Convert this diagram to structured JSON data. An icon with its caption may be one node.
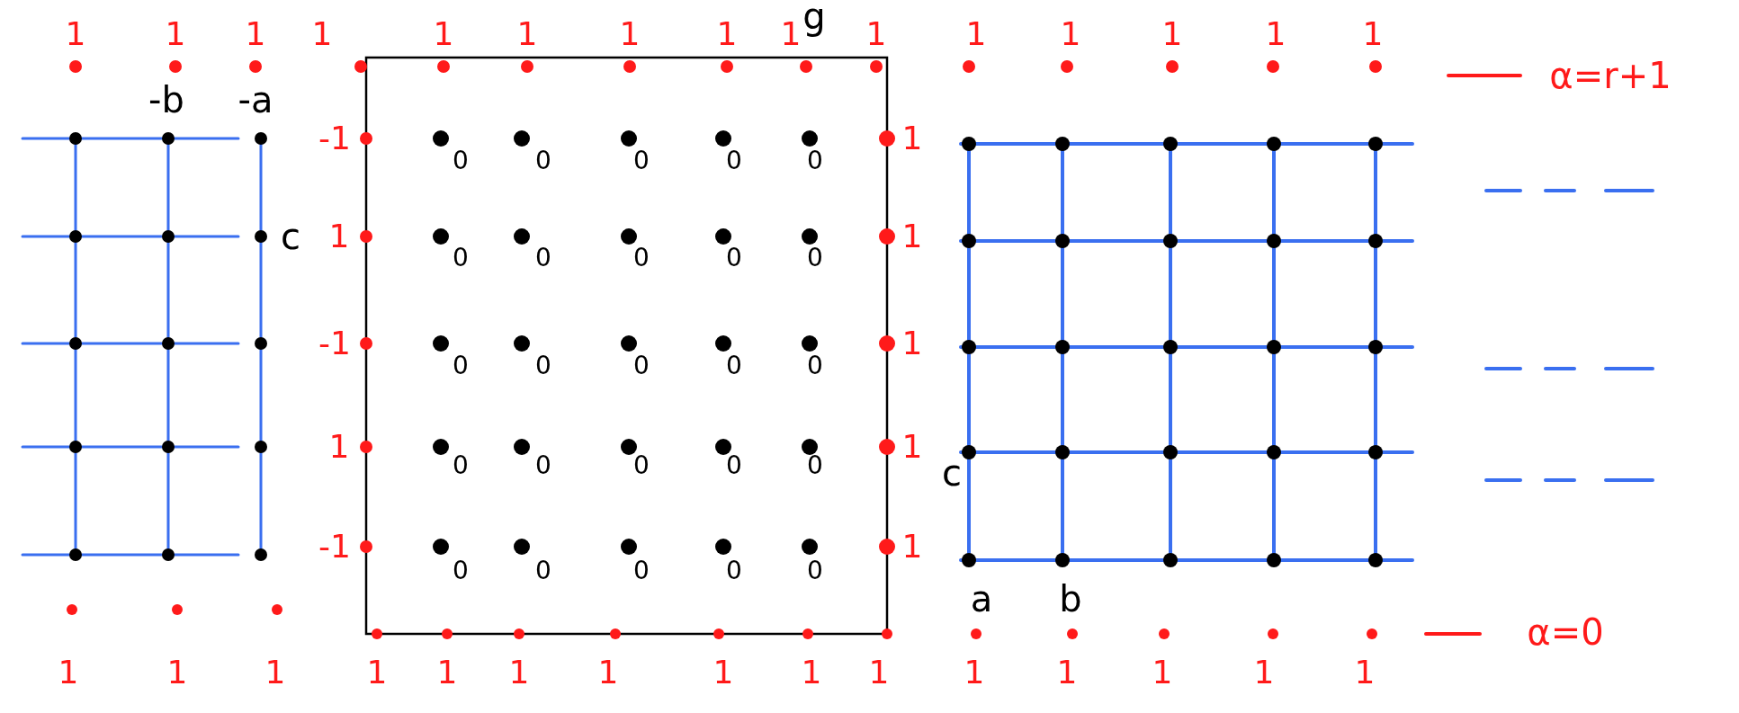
{
  "diagram": {
    "labels": [
      "1",
      "1",
      "1",
      "1",
      "1",
      "1",
      "1",
      "1",
      "1",
      "g",
      "1",
      "1",
      "1",
      "1",
      "1",
      "1",
      "α=r+1",
      "-b",
      "-a",
      "-1",
      "0",
      "0",
      "0",
      "0",
      "0",
      "1",
      "c",
      "1",
      "0",
      "0",
      "0",
      "0",
      "0",
      "1",
      "-1",
      "0",
      "0",
      "0",
      "0",
      "0",
      "1",
      "1",
      "0",
      "0",
      "0",
      "0",
      "0",
      "1",
      "c",
      "-1",
      "0",
      "0",
      "0",
      "0",
      "0",
      "1",
      "a",
      "b",
      "α=0",
      "1",
      "1",
      "1",
      "1",
      "1",
      "1",
      "1",
      "1",
      "1",
      "1",
      "1",
      "1",
      "1",
      "1",
      "1"
    ]
  }
}
